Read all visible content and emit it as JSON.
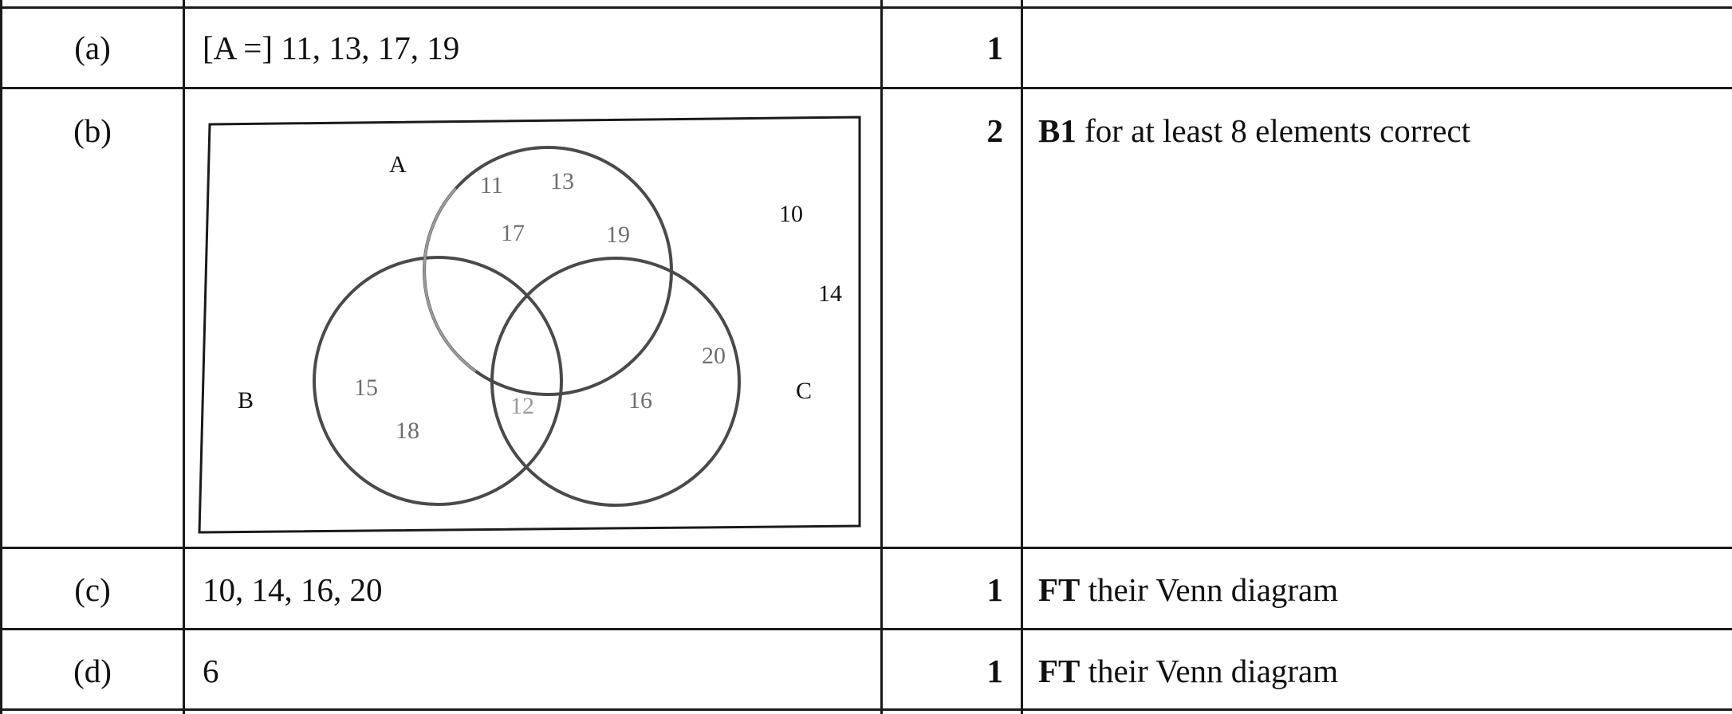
{
  "rows": [
    {
      "part": "(a)",
      "answer": "[A =] 11, 13, 17, 19",
      "mark": "1",
      "note_bold": "",
      "note_text": ""
    },
    {
      "part": "(b)",
      "answer": "",
      "mark": "2",
      "note_bold": "B1",
      "note_text": " for at least 8 elements correct"
    },
    {
      "part": "(c)",
      "answer": "10, 14, 16, 20",
      "mark": "1",
      "note_bold": "FT",
      "note_text": " their Venn diagram"
    },
    {
      "part": "(d)",
      "answer": "6",
      "mark": "1",
      "note_bold": "FT",
      "note_text": " their Venn diagram"
    }
  ],
  "venn": {
    "set_labels": {
      "a": "A",
      "b": "B",
      "c": "C"
    },
    "elements": {
      "e11": "11",
      "e13": "13",
      "e17": "17",
      "e19": "19",
      "e10": "10",
      "e14": "14",
      "e20": "20",
      "e15": "15",
      "e18": "18",
      "e12": "12",
      "e16": "16"
    }
  }
}
